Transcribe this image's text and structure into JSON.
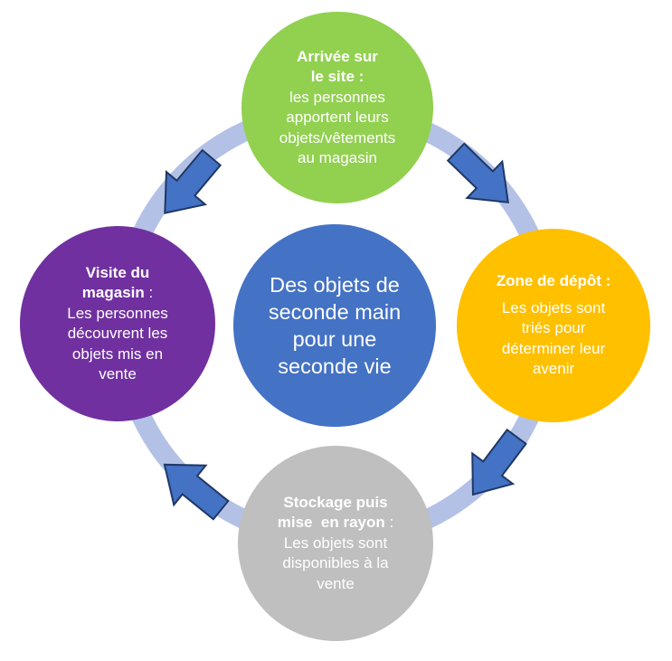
{
  "colors": {
    "ring": "#b4c1e6",
    "arrow_fill": "#4472c4",
    "arrow_stroke": "#1f3864",
    "center": "#4472c4",
    "arrivee": "#92d050",
    "depot": "#ffc000",
    "stockage": "#bfbfbf",
    "visite": "#7030a0"
  },
  "center": {
    "lines": [
      "Des objets de",
      "seconde main",
      "pour une",
      "seconde vie"
    ]
  },
  "steps": {
    "arrivee": {
      "title_lines": [
        "Arrivée sur",
        "le site :"
      ],
      "title_suffix": "",
      "body_lines": [
        "les personnes",
        "apportent leurs",
        "objets/vêtements",
        "au magasin"
      ]
    },
    "depot": {
      "title_lines": [
        "Zone de dépôt :"
      ],
      "title_suffix": "",
      "body_lines": [
        "Les objets sont",
        "triés pour",
        "déterminer leur",
        "avenir"
      ]
    },
    "stockage": {
      "title_lines": [
        "Stockage puis",
        "mise  en rayon"
      ],
      "title_suffix": " :",
      "body_lines": [
        "Les objets sont",
        "disponibles à la",
        "vente"
      ]
    },
    "visite": {
      "title_lines": [
        "Visite du",
        "magasin"
      ],
      "title_suffix": " :",
      "body_lines": [
        "Les personnes",
        "découvrent les",
        "objets mis en",
        "vente"
      ]
    }
  }
}
